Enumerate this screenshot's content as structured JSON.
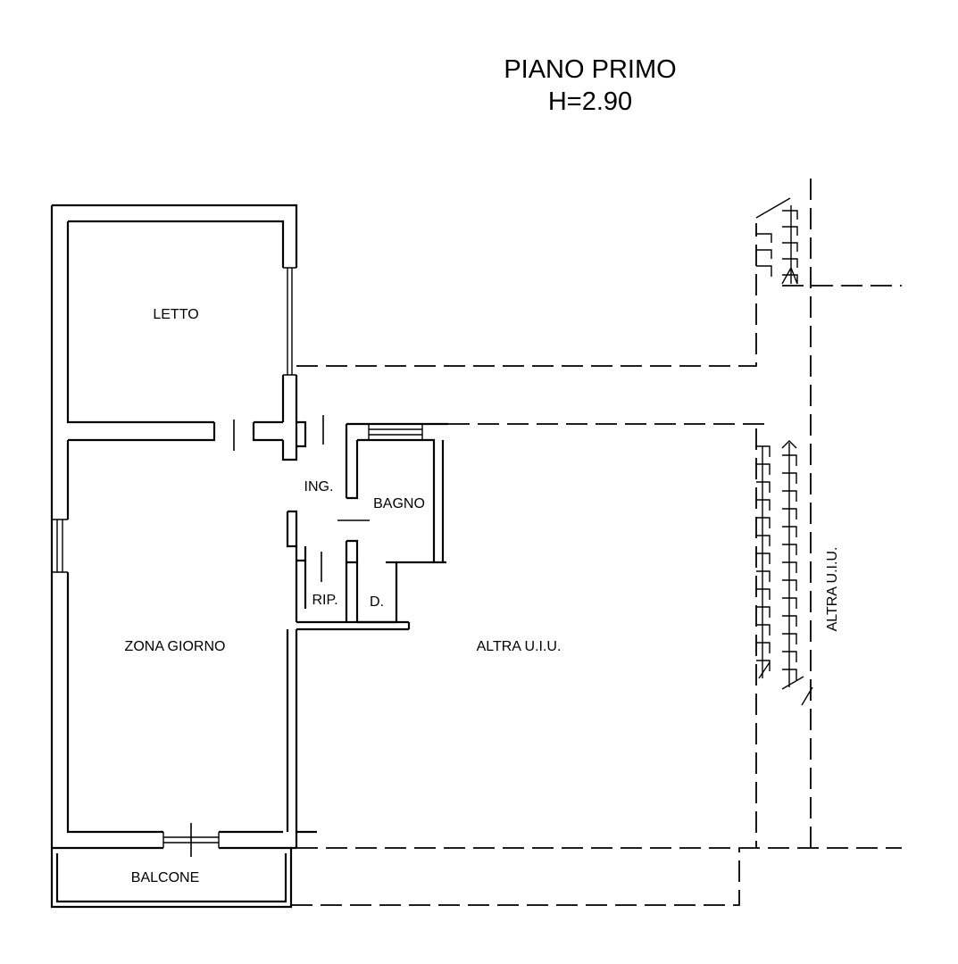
{
  "floor": {
    "name": "PIANO PRIMO",
    "height": "H=2.90"
  },
  "rooms": {
    "letto": "LETTO",
    "ingresso": "ING.",
    "bagno": "BAGNO",
    "ripostiglio": "RIP.",
    "disimpegno": "D.",
    "zona_giorno": "ZONA GIORNO",
    "balcone": "BALCONE"
  },
  "neighbours": {
    "altra_uiu": "ALTRA U.I.U.",
    "altra_uiu_vertical": "ALTRA U.I.U."
  }
}
